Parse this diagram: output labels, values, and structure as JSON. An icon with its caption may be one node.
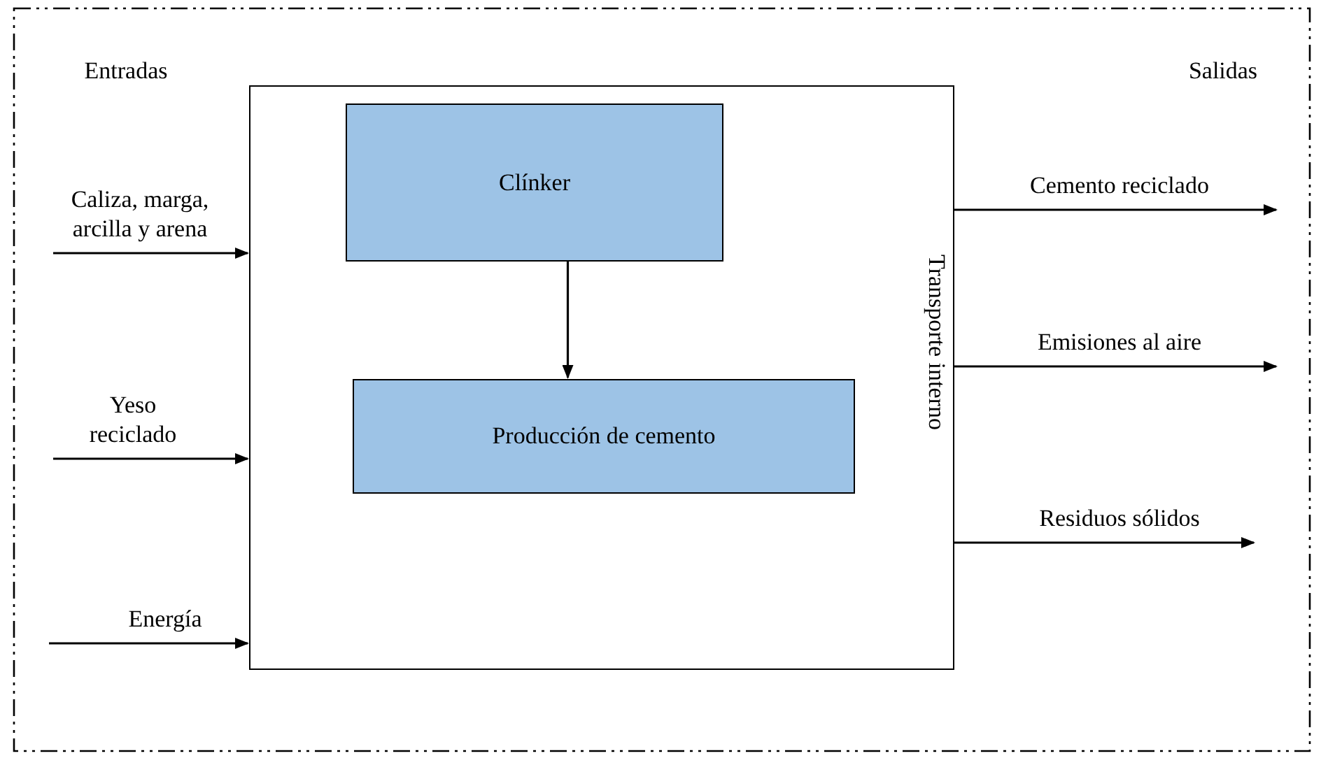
{
  "diagram": {
    "nodes": [
      {
        "text": [
          "Transporte interno"
        ]
      },
      {
        "text": [
          "Clínker"
        ],
        "in": 0
      },
      {
        "text": [
          "Producción de cemento"
        ],
        "in": 0
      }
    ],
    "edges": [
      {
        "from": 1,
        "to": 2,
        "arrow": "to"
      },
      {
        "from": null,
        "to": 0,
        "arrow": "to",
        "label": "Caliza, marga, arcilla y arena"
      },
      {
        "from": null,
        "to": 0,
        "arrow": "to",
        "label": "Yeso reciclado"
      },
      {
        "from": null,
        "to": 0,
        "arrow": "to",
        "label": "Energía"
      },
      {
        "from": 0,
        "to": null,
        "arrow": "to",
        "label": "Cemento reciclado"
      },
      {
        "from": 0,
        "to": null,
        "arrow": "to",
        "label": "Emisiones al aire"
      },
      {
        "from": 0,
        "to": null,
        "arrow": "to",
        "label": "Residuos sólidos"
      }
    ],
    "labels": [
      "Entradas",
      "Salidas"
    ]
  }
}
